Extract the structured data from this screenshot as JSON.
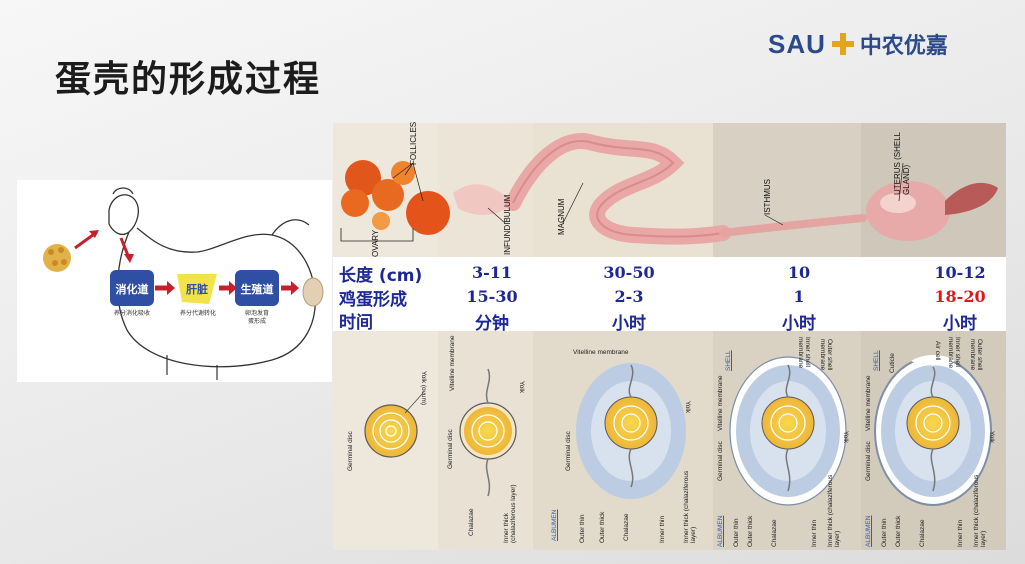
{
  "slide": {
    "title": "蛋壳的形成过程",
    "logo_sau": "SAU",
    "logo_cn": "中农优嘉"
  },
  "hen_diagram": {
    "box1": "消化道",
    "box1_caption": "养分消化吸收",
    "box2": "肝脏",
    "box2_caption": "养分代谢转化",
    "box3": "生殖道",
    "box3_caption": "卵泡发育\n蛋形成",
    "colors": {
      "box_blue": "#2e4fa3",
      "liver_yellow": "#f2e34a",
      "arrow_red": "#c8202a"
    }
  },
  "oviduct_photo": {
    "labels": [
      "OVARY",
      "FOLLICLES",
      "INFUNDIBULUM",
      "MAGNUM",
      "ISTHMUS",
      "UTERUS (SHELL GLAND)"
    ]
  },
  "table": {
    "row1_head": "长度 (cm)",
    "row2_head": "鸡蛋形成",
    "row3_head": "时间",
    "columns": [
      {
        "length": "3-11",
        "time": "15-30",
        "unit": "分钟"
      },
      {
        "length": "30-50",
        "time": "2-3",
        "unit": "小时"
      },
      {
        "length": "10",
        "time": "1",
        "unit": "小时"
      },
      {
        "length": "10-12",
        "time": "18-20",
        "unit": "小时",
        "highlight": true
      }
    ],
    "highlight_color": "#e01818",
    "text_color": "#1d2896"
  },
  "egg_stages": [
    {
      "labels": [
        "Germinal disc",
        "Yolk (ovum)"
      ]
    },
    {
      "labels": [
        "Germinal disc",
        "Vitelline membrane",
        "Yolk",
        "Chalazae",
        "Inner thick (chalaziferous layer)"
      ]
    },
    {
      "labels": [
        "Vitelline membrane",
        "Germinal disc",
        "Yolk",
        "ALBUMEN",
        "Outer thin",
        "Outer thick",
        "Chalazae",
        "Inner thin",
        "Inner thick (chalaziferous layer)"
      ]
    },
    {
      "labels": [
        "SHELL",
        "Inner shell membrane",
        "Outer shell membrane",
        "Vitelline membrane",
        "Germinal disc",
        "Yolk",
        "ALBUMEN",
        "Outer thin",
        "Outer thick",
        "Chalazae",
        "Inner thin",
        "Inner thick (chalaziferous layer)"
      ]
    },
    {
      "labels": [
        "SHELL",
        "Cuticle",
        "Air cell",
        "Inner shell membrane",
        "Outer shell membrane",
        "Vitelline membrane",
        "Germinal disc",
        "Yolk",
        "ALBUMEN",
        "Outer thin",
        "Outer thick",
        "Chalazae",
        "Inner thin",
        "Inner thick (chalaziferous layer)"
      ]
    }
  ]
}
